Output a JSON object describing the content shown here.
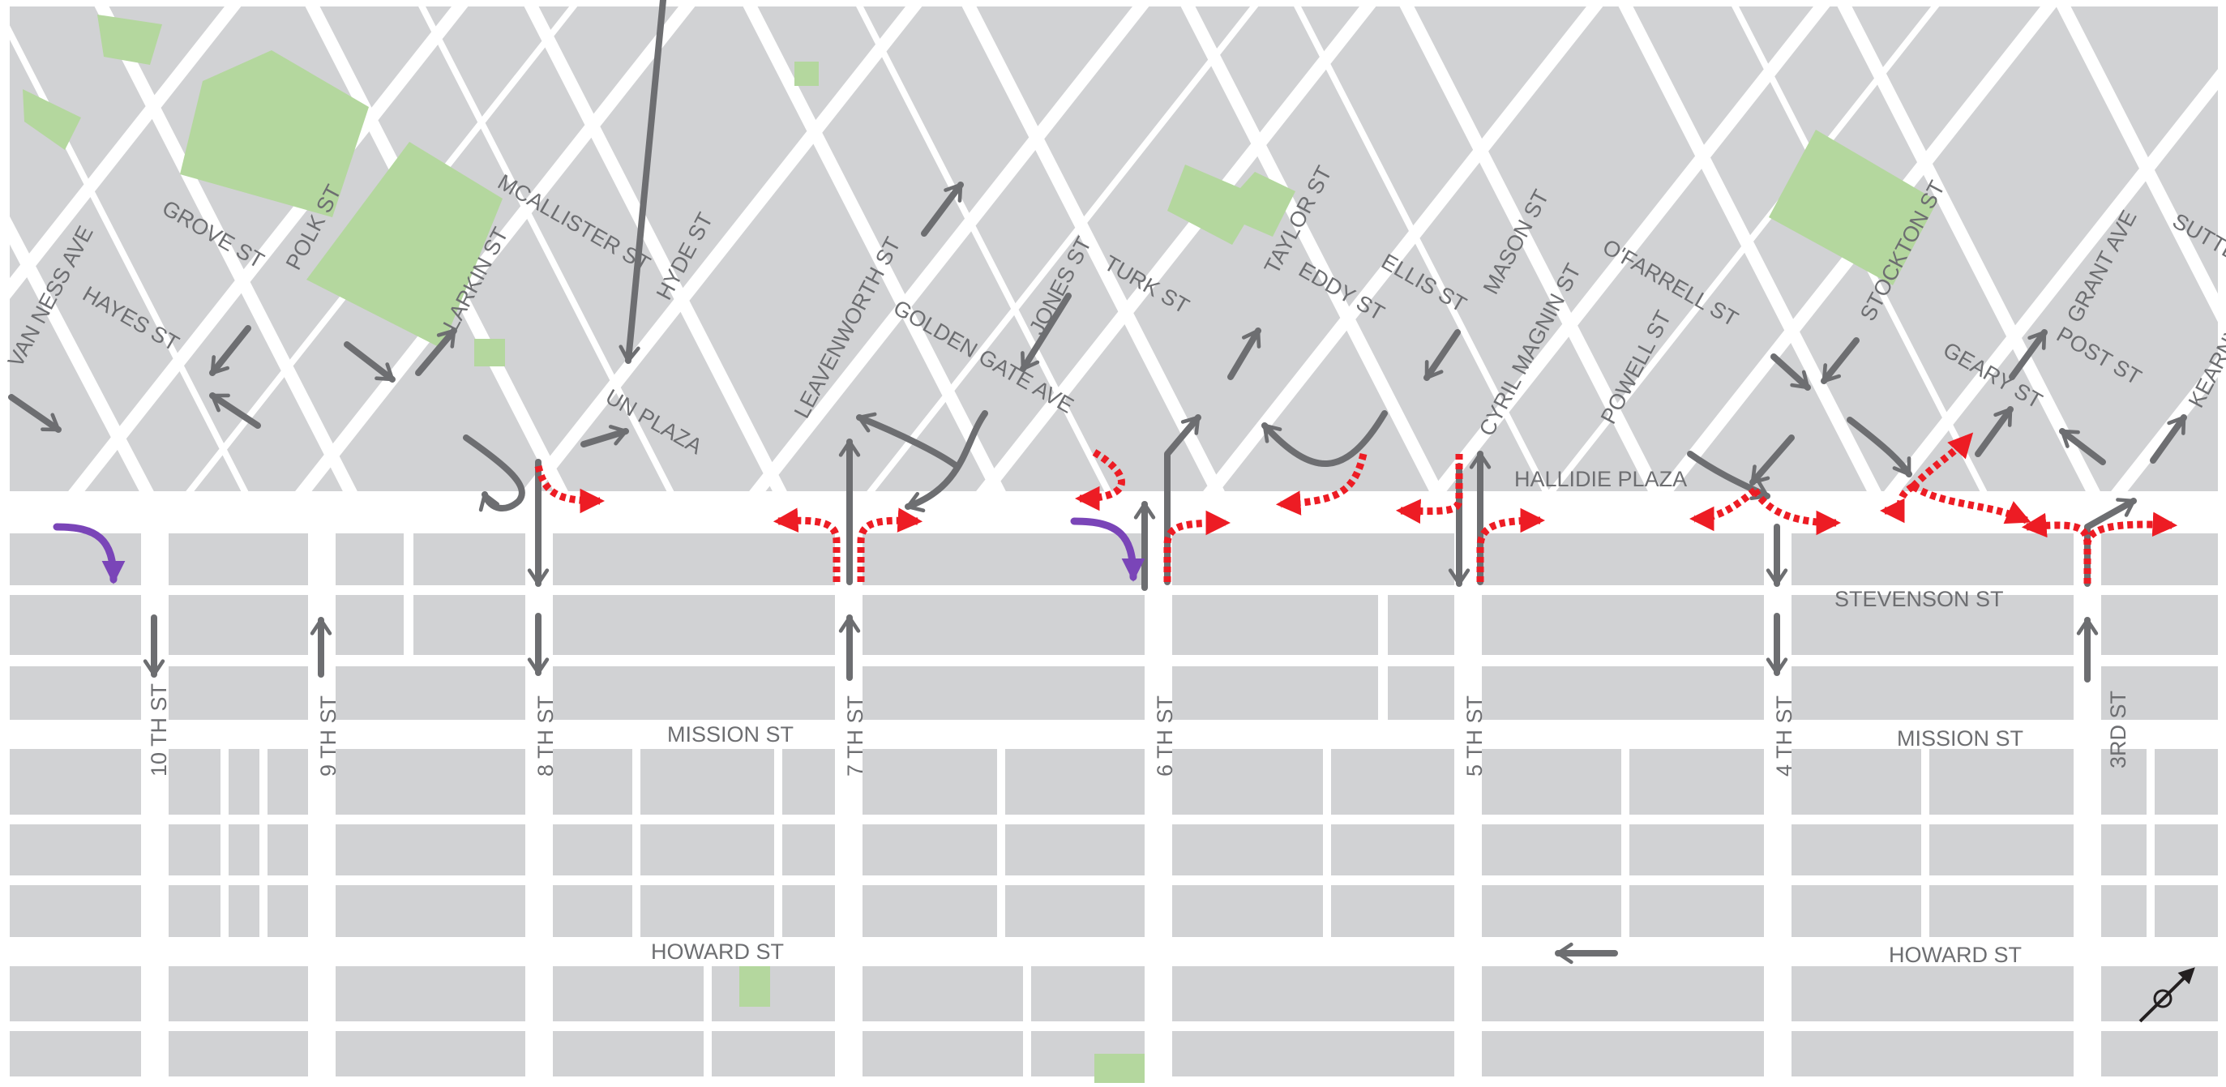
{
  "colors": {
    "background": "#ffffff",
    "block": "#d1d2d4",
    "park": "#b4d79e",
    "street_label": "#6d6e71",
    "traffic_arrow": "#6d6e71",
    "turn_restriction": "#ed1c24",
    "turn_allowed_special": "#7a45b8",
    "north_arrow": "#231f20"
  },
  "streets": {
    "diagonal": [
      "VAN NESS AVE",
      "GROVE ST",
      "HAYES ST",
      "POLK ST",
      "MCALLISTER ST",
      "LARKIN ST",
      "HYDE ST",
      "UN PLAZA",
      "LEAVENWORTH ST",
      "GOLDEN GATE AVE",
      "JONES ST",
      "TURK ST",
      "TAYLOR ST",
      "EDDY ST",
      "ELLIS ST",
      "MASON ST",
      "CYRIL MAGNIN ST",
      "O'FARRELL ST",
      "POWELL ST",
      "STOCKTON ST",
      "GEARY ST",
      "GRANT AVE",
      "POST ST",
      "SUTTER",
      "KEARNY"
    ],
    "market_side": [
      "HALLIDIE PLAZA",
      "STEVENSON ST",
      "MISSION ST",
      "MISSION ST",
      "HOWARD ST",
      "HOWARD ST"
    ],
    "cross": [
      "10 TH ST",
      "9 TH ST",
      "8 TH ST",
      "7 TH ST",
      "6 TH ST",
      "5 TH ST",
      "4 TH ST",
      "3RD ST"
    ]
  },
  "legend_icons": {
    "traffic_direction": "gray-arrow-icon",
    "restricted_turn": "red-dashed-arrow-icon",
    "permitted_turn": "purple-turn-arrow-icon",
    "north": "north-arrow-icon"
  }
}
